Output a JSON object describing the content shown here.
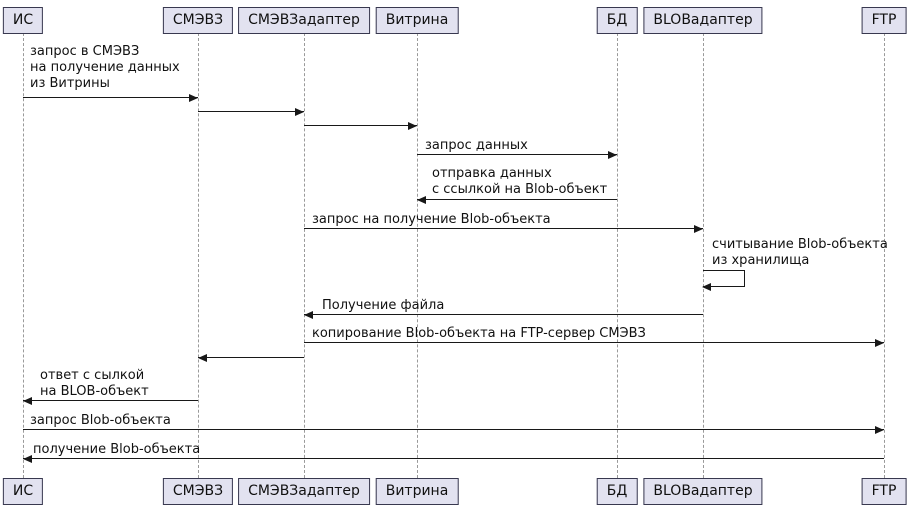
{
  "participants": [
    {
      "label": "ИС"
    },
    {
      "label": "СМЭВЗ"
    },
    {
      "label": "СМЭВЗадаптер"
    },
    {
      "label": "Витрина"
    },
    {
      "label": "БД"
    },
    {
      "label": "BLOBадаптер"
    },
    {
      "label": "FTP"
    }
  ],
  "messages": [
    {
      "from": "ИС",
      "to": "СМЭВЗ",
      "label": "запрос в СМЭВЗ\nна получение данных\nиз Витрины"
    },
    {
      "from": "СМЭВЗ",
      "to": "СМЭВЗадаптер",
      "label": ""
    },
    {
      "from": "СМЭВЗадаптер",
      "to": "Витрина",
      "label": ""
    },
    {
      "from": "Витрина",
      "to": "БД",
      "label": "запрос данных"
    },
    {
      "from": "БД",
      "to": "Витрина",
      "label": "отправка данных\nс ссылкой на Blob-объект"
    },
    {
      "from": "СМЭВЗадаптер",
      "to": "BLOBадаптер",
      "label": "запрос на получение Blob-объекта"
    },
    {
      "from": "BLOBадаптер",
      "to": "BLOBадаптер",
      "label": "считывание Blob-объекта\nиз хранилища"
    },
    {
      "from": "BLOBадаптер",
      "to": "СМЭВЗадаптер",
      "label": "Получение файла"
    },
    {
      "from": "СМЭВЗадаптер",
      "to": "FTP",
      "label": "копирование Blob-объекта на FTP-сервер СМЭВЗ"
    },
    {
      "from": "СМЭВЗадаптер",
      "to": "СМЭВЗ",
      "label": ""
    },
    {
      "from": "СМЭВЗ",
      "to": "ИС",
      "label": "ответ с сылкой\nна BLOB-объект"
    },
    {
      "from": "ИС",
      "to": "FTP",
      "label": "запрос Blob-объекта"
    },
    {
      "from": "FTP",
      "to": "ИС",
      "label": "получение Blob-объекта"
    }
  ],
  "colors": {
    "participant_bg": "#E2E2F0",
    "participant_border": "#38384f",
    "lifeline": "#9a9a9a",
    "arrow": "#181818"
  }
}
